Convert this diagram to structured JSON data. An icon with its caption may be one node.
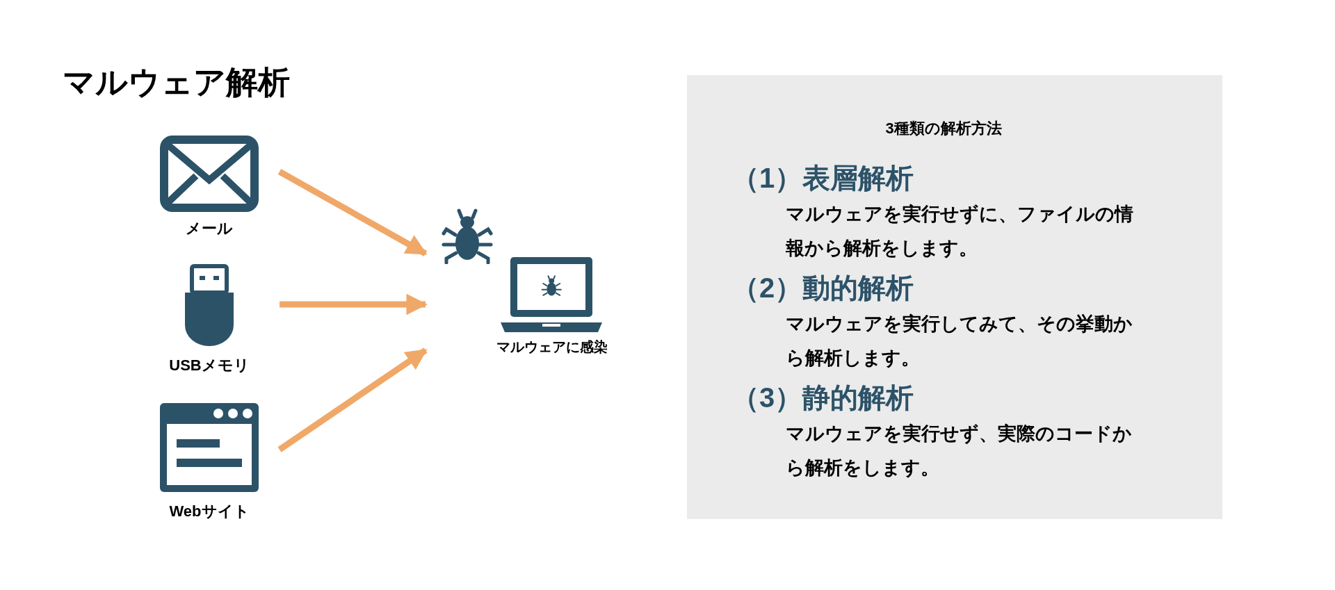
{
  "diagram": {
    "title": "マルウェア解析",
    "nodes": [
      {
        "text": [
          "メール"
        ]
      },
      {
        "text": [
          "USBメモリ"
        ]
      },
      {
        "text": [
          "Webサイト"
        ]
      },
      {
        "text": [
          "マルウェアに感染"
        ]
      },
      {
        "text": [
          "3種類の解析方法",
          "（1）表層解析",
          "マルウェアを実行せずに、ファイルの情報から解析をします。",
          "（2）動的解析",
          "マルウェアを実行してみて、その挙動から解析します。",
          "（3）静的解析",
          "マルウェアを実行せず、実際のコードから解析をします。"
        ]
      }
    ],
    "edges": [
      {
        "from": 0,
        "to": 3,
        "arrow": "to"
      },
      {
        "from": 1,
        "to": 3,
        "arrow": "to"
      },
      {
        "from": 2,
        "to": 3,
        "arrow": "to"
      }
    ]
  }
}
